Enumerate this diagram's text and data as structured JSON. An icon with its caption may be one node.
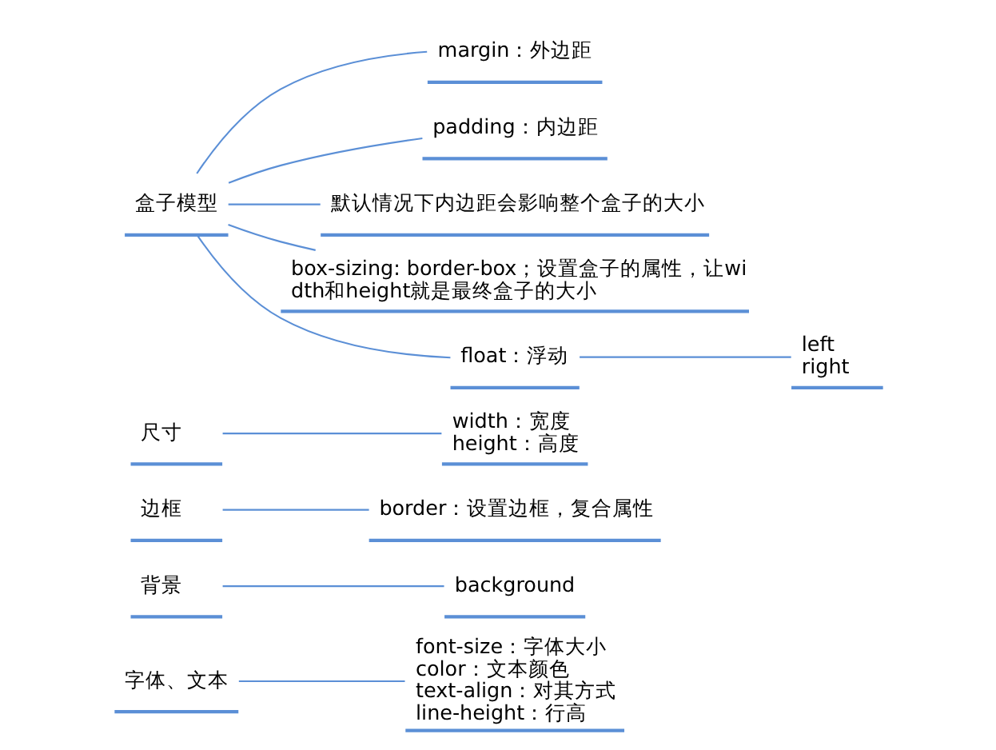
{
  "diagram": {
    "nodes": [
      {
        "text": [
          "字体、文本"
        ]
      },
      {
        "text": [
          "font-size：字体大小",
          "color：文本颜色",
          "text-align：对其方式",
          "line-height：行高"
        ]
      },
      {
        "text": [
          "背景"
        ]
      },
      {
        "text": [
          "background"
        ]
      },
      {
        "text": [
          "边框"
        ]
      },
      {
        "text": [
          "border：设置边框，复合属性"
        ]
      },
      {
        "text": [
          "尺寸"
        ]
      },
      {
        "text": [
          "width：宽度",
          "height：高度"
        ]
      },
      {
        "text": [
          "盒子模型"
        ]
      },
      {
        "text": [
          "margin：外边距"
        ]
      },
      {
        "text": [
          "padding：内边距"
        ]
      },
      {
        "text": [
          "默认情况下内边距会影响整个盒子的大小"
        ]
      },
      {
        "text": [
          "box-sizing: border-box；设置盒子的属性，让width和height就是最终盒子的大小"
        ]
      },
      {
        "text": [
          "float：浮动"
        ]
      },
      {
        "text": [
          "left",
          "right"
        ]
      }
    ],
    "edges": [
      {
        "from": 0,
        "to": 1,
        "arrow": "none"
      },
      {
        "from": 2,
        "to": 3,
        "arrow": "none"
      },
      {
        "from": 4,
        "to": 5,
        "arrow": "none"
      },
      {
        "from": 6,
        "to": 7,
        "arrow": "none"
      },
      {
        "from": 8,
        "to": 9,
        "arrow": "none"
      },
      {
        "from": 8,
        "to": 10,
        "arrow": "none"
      },
      {
        "from": 8,
        "to": 11,
        "arrow": "none"
      },
      {
        "from": 8,
        "to": 12,
        "arrow": "none"
      },
      {
        "from": 8,
        "to": 13,
        "arrow": "none"
      },
      {
        "from": 13,
        "to": 14,
        "arrow": "none"
      }
    ]
  }
}
